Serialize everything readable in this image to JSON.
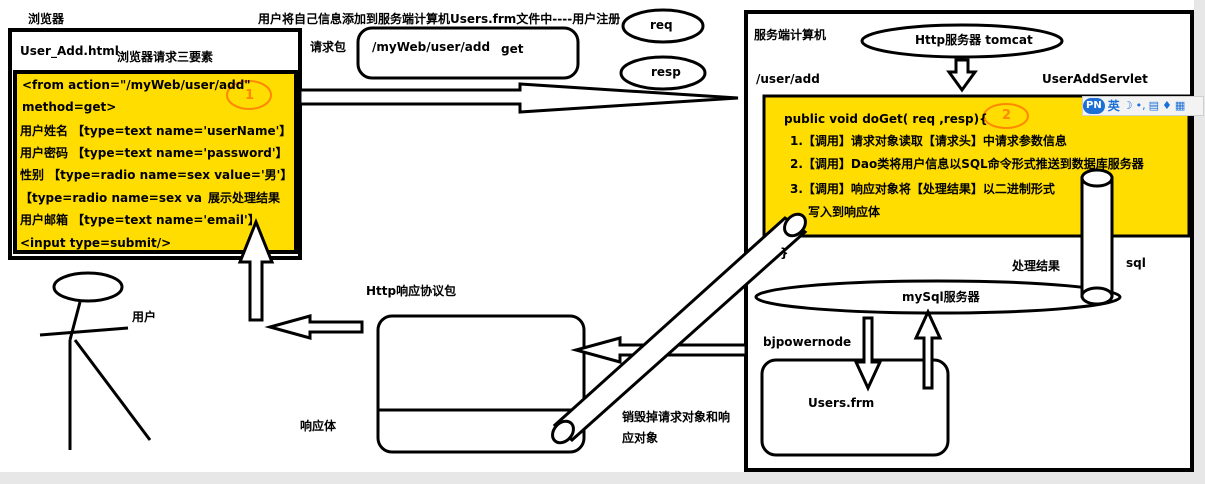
{
  "labels": {
    "browser": "浏览器",
    "title": "用户将自己信息添加到服务端计算机Users.frm文件中----用户注册",
    "server": "服务端计算机",
    "user_add_html": "User_Add.html",
    "three_elements": "浏览器请求三要素",
    "request_packet": "请求包",
    "req_url": "/myWeb/user/add",
    "req_method": "get",
    "req": "req",
    "resp": "resp",
    "tomcat": "Http服务器 tomcat",
    "servlet_path": "/user/add",
    "servlet_name": "UserAddServlet",
    "response_packet": "Http响应协议包",
    "user": "用户",
    "response_body": "响应体",
    "destroy": "销毁掉请求对象和响",
    "destroy2": "应对象",
    "process_result": "处理结果",
    "sql": "sql",
    "mysql": "mySql服务器",
    "bjpowernode": "bjpowernode",
    "users_frm": "Users.frm",
    "show_result": "展示处理结果"
  },
  "form_code": [
    "<from action=\"/myWeb/user/add\"",
    "method=get>",
    "用户姓名 【type=text  name='userName'】",
    "用户密码 【type=text name='password'】",
    "性别 【type=radio name=sex value='男'】",
    "        【type=radio name=sex va",
    "用户邮箱 【type=text name='email'】",
    "<input type=submit/>"
  ],
  "servlet_code": {
    "signature": "public  void   doGet( req ,resp){",
    "step1": "1.【调用】请求对象读取【请求头】中请求参数信息",
    "step2": "2.【调用】Dao类将用户信息以SQL命令形式推送到数据库服务器",
    "step3": "3.【调用】响应对象将【处理结果】以二进制形式",
    "step3b": "写入到响应体",
    "closing": "}"
  },
  "annotations": {
    "circle1": "1",
    "circle2": "2"
  },
  "ime_toolbar": {
    "logo": "PN",
    "lang": "英",
    "moon": "☽",
    "dots": "•,",
    "keyboard": "▤",
    "shirt": "♦",
    "grid": "▦"
  },
  "colors": {
    "highlight": "#ffdd00",
    "annotation": "#ff8800",
    "line": "#000000",
    "scroll_track": "#e7e7e7"
  }
}
